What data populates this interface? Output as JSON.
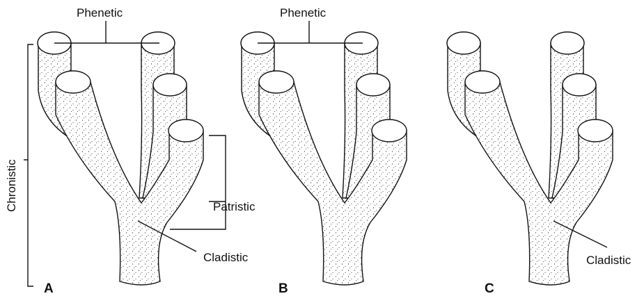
{
  "panels": [
    {
      "id": "A",
      "label": "A",
      "phenetic_label": "Phenetic",
      "chronistic_label": "Chronistic",
      "patristic_label": "Patristic",
      "cladistic_label": "Cladistic"
    },
    {
      "id": "B",
      "label": "B",
      "phenetic_label": "Phenetic"
    },
    {
      "id": "C",
      "label": "C",
      "cladistic_label": "Cladistic"
    }
  ]
}
